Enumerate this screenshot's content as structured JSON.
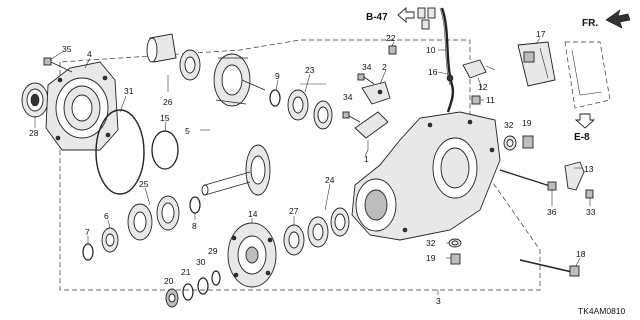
{
  "callouts": [
    {
      "id": "c1",
      "text": "1"
    },
    {
      "id": "c2",
      "text": "2"
    },
    {
      "id": "c3",
      "text": "3"
    },
    {
      "id": "c4",
      "text": "4"
    },
    {
      "id": "c5",
      "text": "5"
    },
    {
      "id": "c6",
      "text": "6"
    },
    {
      "id": "c7",
      "text": "7"
    },
    {
      "id": "c8",
      "text": "8"
    },
    {
      "id": "c9",
      "text": "9"
    },
    {
      "id": "c10",
      "text": "10"
    },
    {
      "id": "c11",
      "text": "11"
    },
    {
      "id": "c12",
      "text": "12"
    },
    {
      "id": "c13",
      "text": "13"
    },
    {
      "id": "c14",
      "text": "14"
    },
    {
      "id": "c15",
      "text": "15"
    },
    {
      "id": "c16",
      "text": "16"
    },
    {
      "id": "c17",
      "text": "17"
    },
    {
      "id": "c18",
      "text": "18"
    },
    {
      "id": "c19a",
      "text": "19"
    },
    {
      "id": "c19b",
      "text": "19"
    },
    {
      "id": "c20",
      "text": "20"
    },
    {
      "id": "c21",
      "text": "21"
    },
    {
      "id": "c22",
      "text": "22"
    },
    {
      "id": "c23",
      "text": "23"
    },
    {
      "id": "c24",
      "text": "24"
    },
    {
      "id": "c25",
      "text": "25"
    },
    {
      "id": "c26",
      "text": "26"
    },
    {
      "id": "c27",
      "text": "27"
    },
    {
      "id": "c28",
      "text": "28"
    },
    {
      "id": "c29",
      "text": "29"
    },
    {
      "id": "c30",
      "text": "30"
    },
    {
      "id": "c31",
      "text": "31"
    },
    {
      "id": "c32a",
      "text": "32"
    },
    {
      "id": "c32b",
      "text": "32"
    },
    {
      "id": "c33",
      "text": "33"
    },
    {
      "id": "c34a",
      "text": "34"
    },
    {
      "id": "c34b",
      "text": "34"
    },
    {
      "id": "c35",
      "text": "35"
    },
    {
      "id": "c36",
      "text": "36"
    }
  ],
  "references": {
    "b47": "B-47",
    "e8": "E-8",
    "fr": "FR."
  },
  "diagram_code": "TK4AM0810"
}
